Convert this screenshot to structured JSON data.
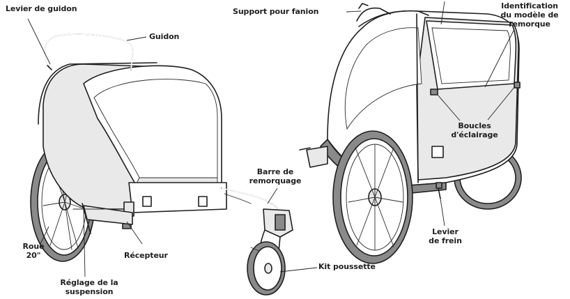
{
  "labels": {
    "handlebar_lever": "Levier de guidon",
    "handlebar": "Guidon",
    "wheel": "Roue\n20\"",
    "receiver": "Récepteur",
    "suspension": "Réglage de la\nsuspension",
    "tow_bar": "Barre de\nremorquage",
    "stroller_kit": "Kit poussette",
    "flag_holder": "Support pour fanion",
    "model_id": "Identification\ndu modèle de\nremorque",
    "light_loops": "Boucles\nd'éclairage",
    "brake_lever": "Levier\nde frein"
  }
}
